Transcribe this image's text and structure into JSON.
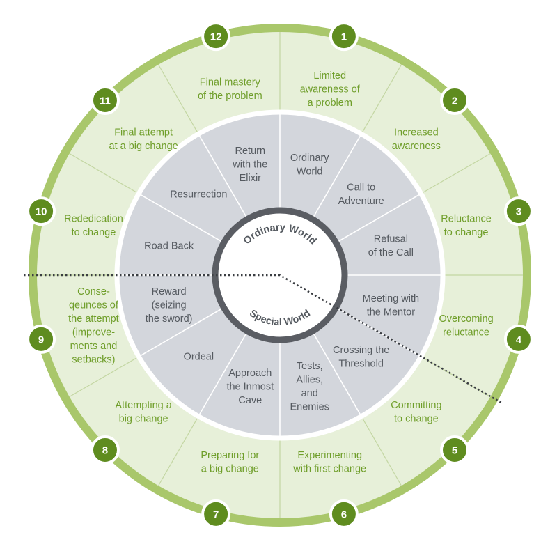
{
  "colors": {
    "outer_fill": "#e7f0d9",
    "outer_ring": "#a9c76b",
    "inner_fill": "#d3d6dc",
    "badge_fill": "#5f8c1f",
    "outer_text": "#6f9e2a",
    "inner_text": "#555a60",
    "center_ring": "#5a5d63",
    "divider": "#ffffff",
    "dotted_line": "#3a3d42"
  },
  "center": {
    "top_label": "Ordinary World",
    "bottom_label": "Special World"
  },
  "outer_segments": [
    {
      "number": "1",
      "lines": [
        "Limited",
        "awareness of",
        "a problem"
      ]
    },
    {
      "number": "2",
      "lines": [
        "Increased",
        "awareness"
      ]
    },
    {
      "number": "3",
      "lines": [
        "Reluctance",
        "to change"
      ]
    },
    {
      "number": "4",
      "lines": [
        "Overcoming",
        "reluctance"
      ]
    },
    {
      "number": "5",
      "lines": [
        "Committing",
        "to change"
      ]
    },
    {
      "number": "6",
      "lines": [
        "Experimenting",
        "with first change"
      ]
    },
    {
      "number": "7",
      "lines": [
        "Preparing for",
        "a big change"
      ]
    },
    {
      "number": "8",
      "lines": [
        "Attempting a",
        "big change"
      ]
    },
    {
      "number": "9",
      "lines": [
        "Conse-",
        "qeunces of",
        "the attempt",
        "(improve-",
        "ments and",
        "setbacks)"
      ]
    },
    {
      "number": "10",
      "lines": [
        "Rededication",
        "to change"
      ]
    },
    {
      "number": "11",
      "lines": [
        "Final attempt",
        "at a big change"
      ]
    },
    {
      "number": "12",
      "lines": [
        "Final mastery",
        "of the problem"
      ]
    }
  ],
  "inner_segments": [
    {
      "lines": [
        "Ordinary",
        "World"
      ]
    },
    {
      "lines": [
        "Call to",
        "Adventure"
      ]
    },
    {
      "lines": [
        "Refusal",
        "of the Call"
      ]
    },
    {
      "lines": [
        "Meeting with",
        "the Mentor"
      ]
    },
    {
      "lines": [
        "Crossing the",
        "Threshold"
      ]
    },
    {
      "lines": [
        "Tests,",
        "Allies,",
        "and",
        "Enemies"
      ]
    },
    {
      "lines": [
        "Approach",
        "the Inmost",
        "Cave"
      ]
    },
    {
      "lines": [
        "Ordeal"
      ]
    },
    {
      "lines": [
        "Reward",
        "(seizing",
        "the sword)"
      ]
    },
    {
      "lines": [
        "Road Back"
      ]
    },
    {
      "lines": [
        "Resurrection"
      ]
    },
    {
      "lines": [
        "Return",
        "with the",
        "Elixir"
      ]
    }
  ]
}
